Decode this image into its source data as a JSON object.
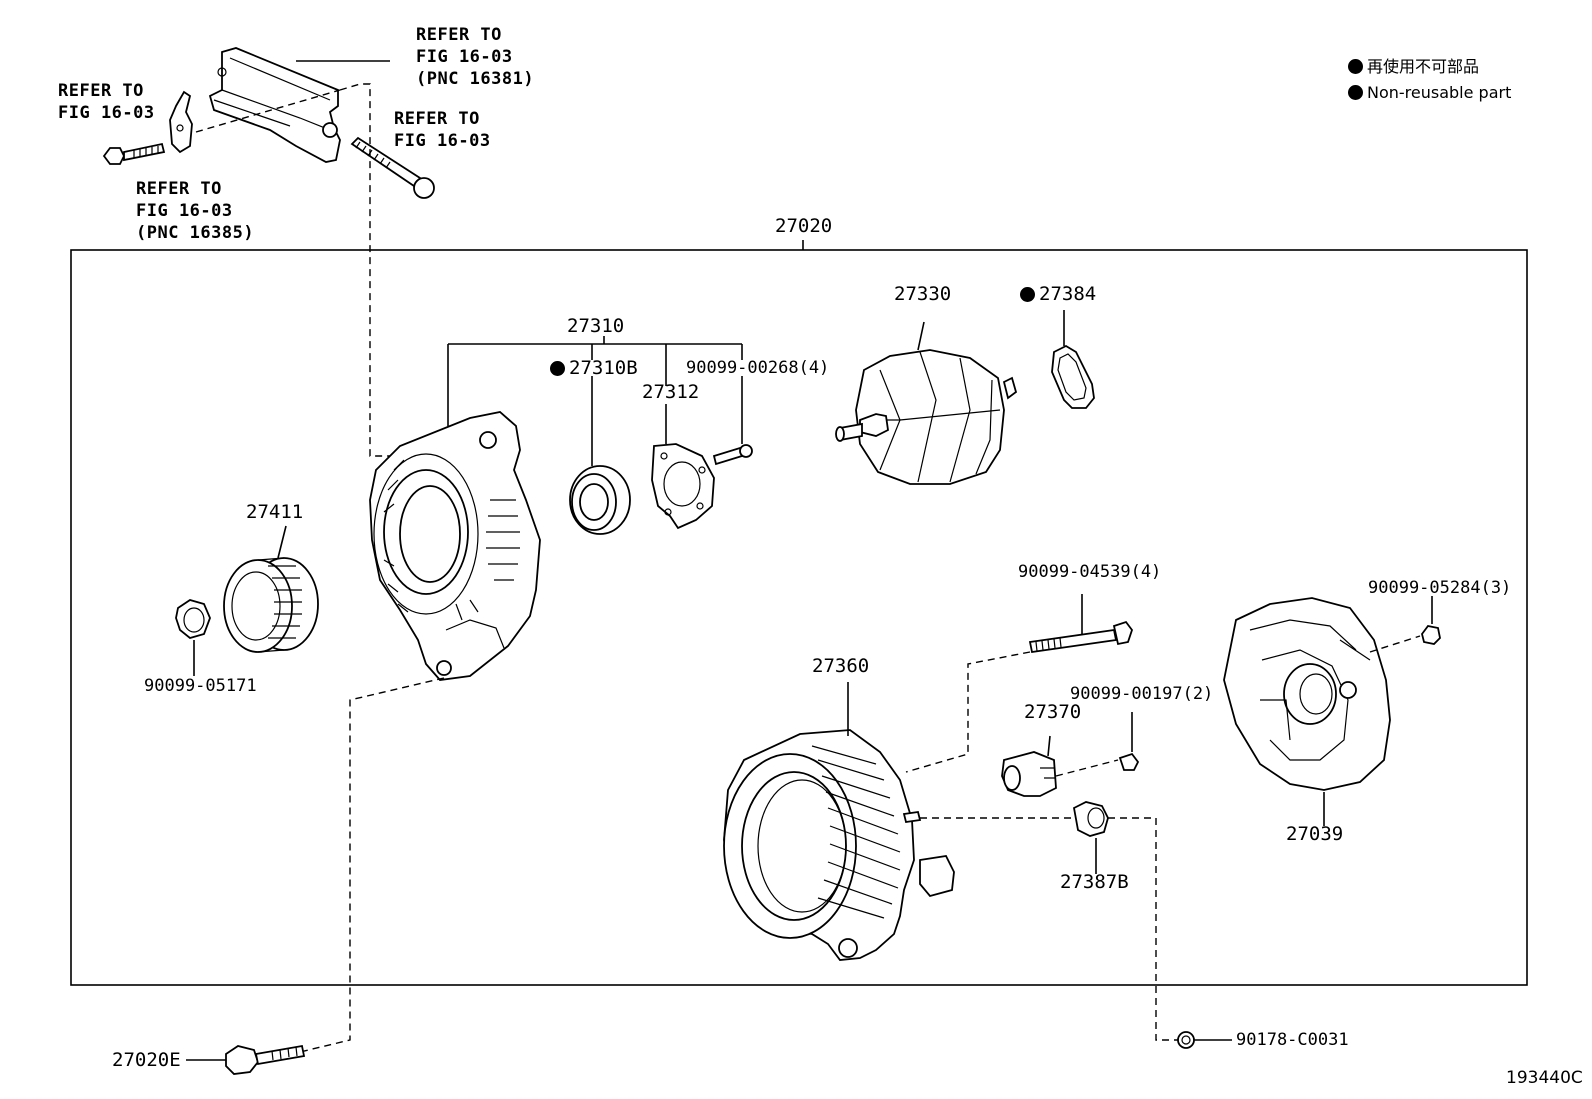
{
  "diagram_code": "193440C",
  "legend": {
    "jp": "再使用不可部品",
    "en": "Non-reusable part"
  },
  "group_label": "27020",
  "refs": {
    "bracket": {
      "line1": "REFER TO",
      "line2": "FIG 16-03",
      "line3": "(PNC 16381)"
    },
    "left_bolt": {
      "line1": "REFER TO",
      "line2": "FIG 16-03"
    },
    "right_bolt": {
      "line1": "REFER TO",
      "line2": "FIG 16-03"
    },
    "stay": {
      "line1": "REFER TO",
      "line2": "FIG 16-03",
      "line3": "(PNC 16385)"
    }
  },
  "parts": {
    "p27310": "27310",
    "p27310b": "27310B",
    "p27312": "27312",
    "p00268": "90099-00268(4)",
    "p27330": "27330",
    "p27384": "27384",
    "p27411": "27411",
    "p05171": "90099-05171",
    "p04539": "90099-04539(4)",
    "p05284": "90099-05284(3)",
    "p27360": "27360",
    "p00197": "90099-00197(2)",
    "p27370": "27370",
    "p27039": "27039",
    "p27387b": "27387B",
    "p27020e": "27020E",
    "pC0031": "90178-C0031"
  }
}
